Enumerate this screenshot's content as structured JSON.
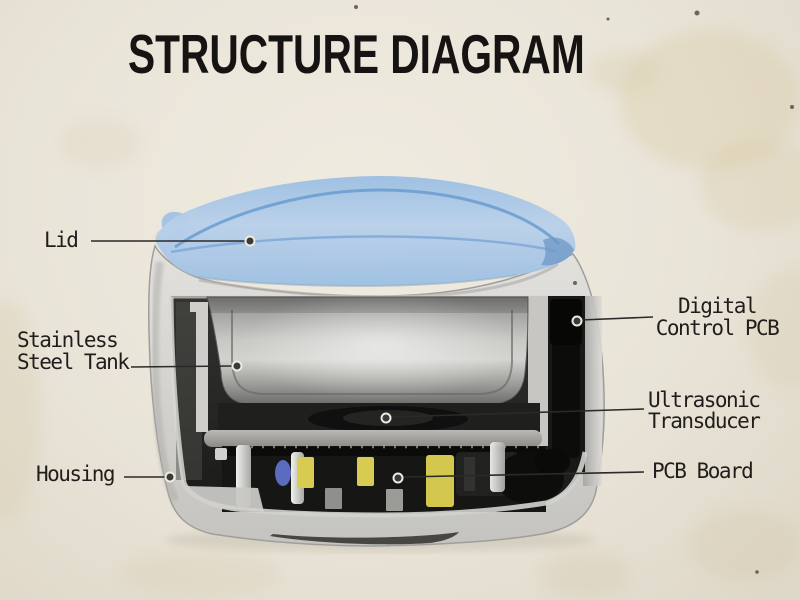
{
  "title": "STRUCTURE DIAGRAM",
  "labels": {
    "lid": {
      "text": "Lid"
    },
    "stainless_steel_tank": {
      "line1": "Stainless",
      "line2": "Steel Tank"
    },
    "housing": {
      "text": "Housing"
    },
    "digital_control_pcb": {
      "line1": "Digital",
      "line2": "Control PCB"
    },
    "ultrasonic_transducer": {
      "line1": "Ultrasonic",
      "line2": "Transducer"
    },
    "pcb_board": {
      "text": "PCB Board"
    }
  },
  "colors": {
    "background_paper": "#e9e4d8",
    "title_ink": "#161412",
    "label_ink": "#201e1c",
    "leader_line": "#2c2a28",
    "lid_blue": "#a9c8e8",
    "lid_rim_blue": "#6a9ccf",
    "housing_gray": "#d3d2ce",
    "interior_dark": "#242422",
    "tank_steel": "#c8c8c4",
    "shelf_gray": "#a5a4a0",
    "pcb_dark": "#141412",
    "component_yellow": "#d8cb52",
    "component_blue": "#5b6cc0"
  }
}
